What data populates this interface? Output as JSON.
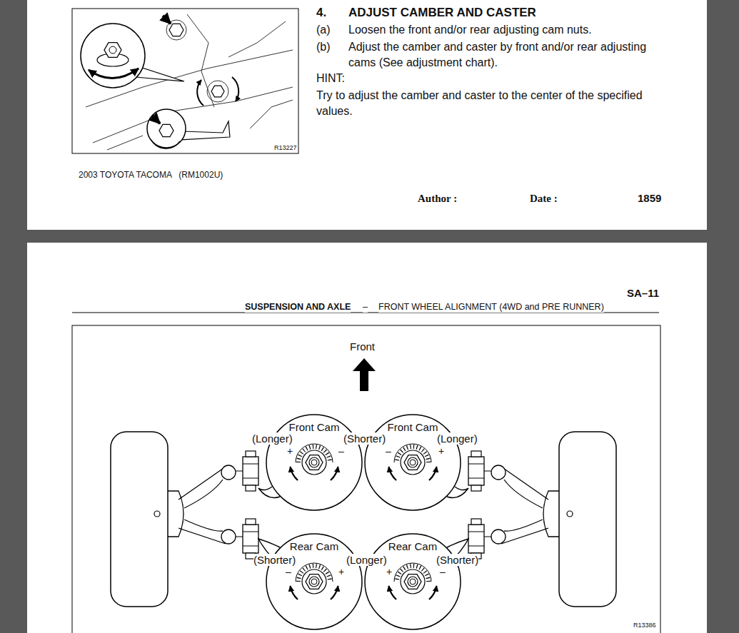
{
  "diagram": {
    "title": "ADJUST CAMBER AND CASTER",
    "nodes": [
      {
        "text": [
          "Front Cam"
        ]
      },
      {
        "text": [
          "Front Cam"
        ]
      },
      {
        "text": [
          "Rear Cam"
        ]
      },
      {
        "text": [
          "Rear Cam"
        ]
      }
    ],
    "labels": [
      "4.",
      "(a)",
      "Loosen the front and/or rear adjusting cam nuts.",
      "(b)",
      "Adjust the camber and caster by front and/or rear adjusting cams (See adjustment chart).",
      "HINT:",
      "Try to adjust the camber and caster to the center of the specified values.",
      "R13227",
      "2003 TOYOTA TACOMA   (RM1002U)",
      "Author :",
      "Date :",
      "1859",
      "SA–11",
      "SUSPENSION AND AXLE",
      "–",
      "FRONT WHEEL ALIGNMENT (4WD and PRE RUNNER)",
      "Front",
      "(Longer)",
      "+",
      "(Shorter)",
      "–",
      "–",
      "+",
      "(Longer)",
      "(Shorter)",
      "–",
      "(Longer)",
      "+",
      "+",
      "–",
      "(Shorter)",
      "R13386"
    ]
  }
}
